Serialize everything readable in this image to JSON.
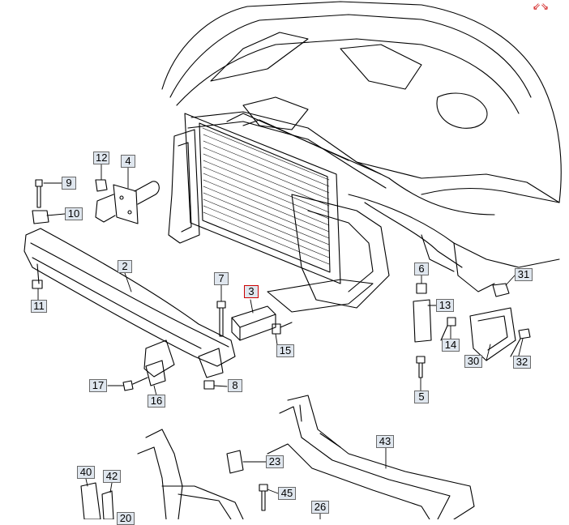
{
  "expand_icon": "expand-arrows-icon",
  "highlight_color": "#cc0000",
  "callouts": [
    {
      "id": "c12",
      "label": "12"
    },
    {
      "id": "c4",
      "label": "4"
    },
    {
      "id": "c9",
      "label": "9"
    },
    {
      "id": "c10",
      "label": "10"
    },
    {
      "id": "c2",
      "label": "2"
    },
    {
      "id": "c11",
      "label": "11"
    },
    {
      "id": "c7",
      "label": "7"
    },
    {
      "id": "c3",
      "label": "3"
    },
    {
      "id": "c15",
      "label": "15"
    },
    {
      "id": "c6",
      "label": "6"
    },
    {
      "id": "c13",
      "label": "13"
    },
    {
      "id": "c31",
      "label": "31"
    },
    {
      "id": "c14",
      "label": "14"
    },
    {
      "id": "c30",
      "label": "30"
    },
    {
      "id": "c32",
      "label": "32"
    },
    {
      "id": "c5",
      "label": "5"
    },
    {
      "id": "c17",
      "label": "17"
    },
    {
      "id": "c8",
      "label": "8"
    },
    {
      "id": "c16",
      "label": "16"
    },
    {
      "id": "c43",
      "label": "43"
    },
    {
      "id": "c23",
      "label": "23"
    },
    {
      "id": "c40",
      "label": "40"
    },
    {
      "id": "c42",
      "label": "42"
    },
    {
      "id": "c45",
      "label": "45"
    },
    {
      "id": "c26",
      "label": "26"
    },
    {
      "id": "c20",
      "label": "20"
    }
  ]
}
